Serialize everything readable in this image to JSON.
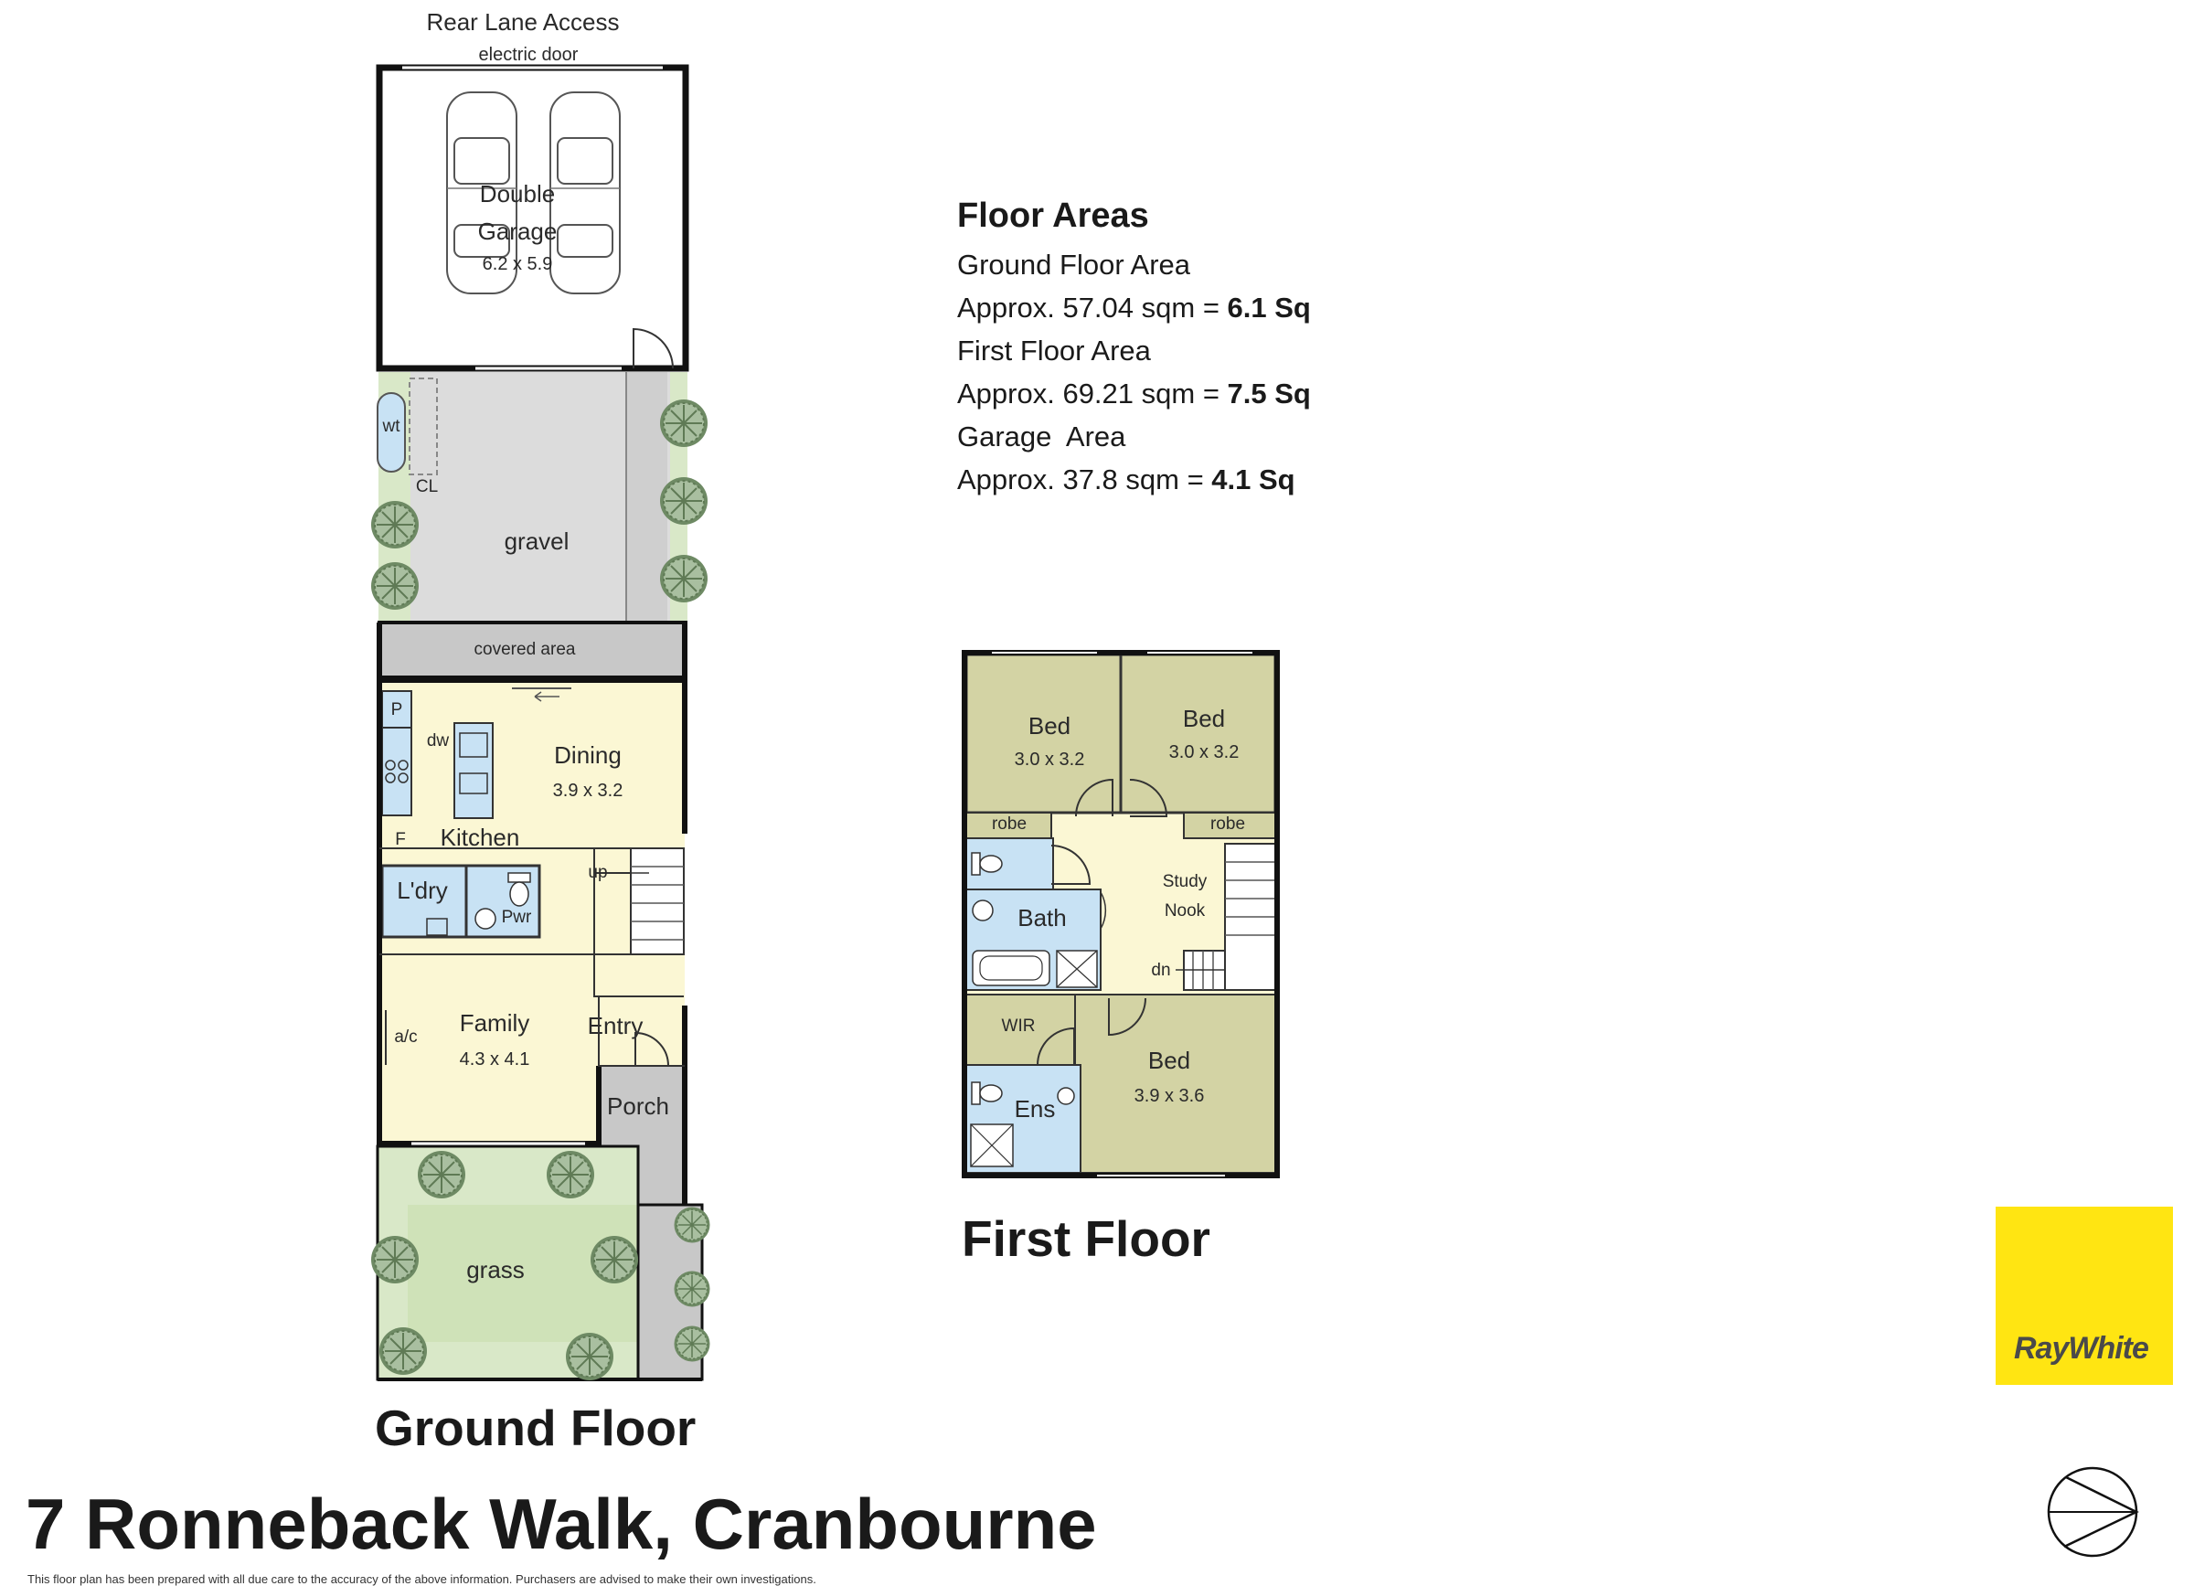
{
  "ground_floor": {
    "rear_lane": "Rear Lane Access",
    "electric_door": "electric door",
    "garage": {
      "name_line1": "Double",
      "name_line2": "Garage",
      "dims": "6.2 x 5.9"
    },
    "wt": "wt",
    "cl": "CL",
    "gravel": "gravel",
    "covered_area": "covered area",
    "pantry": "P",
    "dw": "dw",
    "dining": {
      "name": "Dining",
      "dims": "3.9 x 3.2"
    },
    "kitchen": "Kitchen",
    "fridge": "F",
    "up": "up",
    "laundry": "L'dry",
    "powder": "Pwr",
    "ac": "a/c",
    "family": {
      "name": "Family",
      "dims": "4.3 x 4.1"
    },
    "entry": "Entry",
    "porch": "Porch",
    "grass": "grass",
    "title": "Ground Floor"
  },
  "first_floor": {
    "bed1": {
      "name": "Bed",
      "dims": "3.0 x 3.2"
    },
    "bed2": {
      "name": "Bed",
      "dims": "3.0 x 3.2"
    },
    "robe1": "robe",
    "robe2": "robe",
    "study_line1": "Study",
    "study_line2": "Nook",
    "bath": "Bath",
    "dn": "dn",
    "wir": "WIR",
    "ens": "Ens",
    "bed3": {
      "name": "Bed",
      "dims": "3.9 x 3.6"
    },
    "title": "First Floor"
  },
  "floor_areas": {
    "title": "Floor Areas",
    "ground_label": "Ground Floor Area",
    "ground_prefix": "Approx. 57.04 sqm = ",
    "ground_sq": "6.1 Sq",
    "first_label": "First Floor Area",
    "first_prefix": "Approx. 69.21 sqm = ",
    "first_sq": "7.5 Sq",
    "garage_label": "Garage  Area",
    "garage_prefix": "Approx. 37.8 sqm = ",
    "garage_sq": "4.1 Sq"
  },
  "address": "7 Ronneback Walk, Cranbourne",
  "disclaimer": "This floor plan has been prepared with all due care to the accuracy of the above information. Purchasers are advised to make their own investigations.",
  "logo_text": "RayWhite",
  "colors": {
    "living": "#fbf7d4",
    "wet": "#c8e2f4",
    "bedroom": "#d3d3a4",
    "gravel": "#dcdcdc",
    "grass": "#d9e8c8",
    "logo_bg": "#ffe512"
  },
  "icons": [
    "car-icon",
    "tree-icon",
    "compass-icon",
    "door-swing-icon",
    "stairs-icon",
    "toilet-icon",
    "basin-icon",
    "bath-icon",
    "shower-icon",
    "stove-icon",
    "sink-icon"
  ]
}
